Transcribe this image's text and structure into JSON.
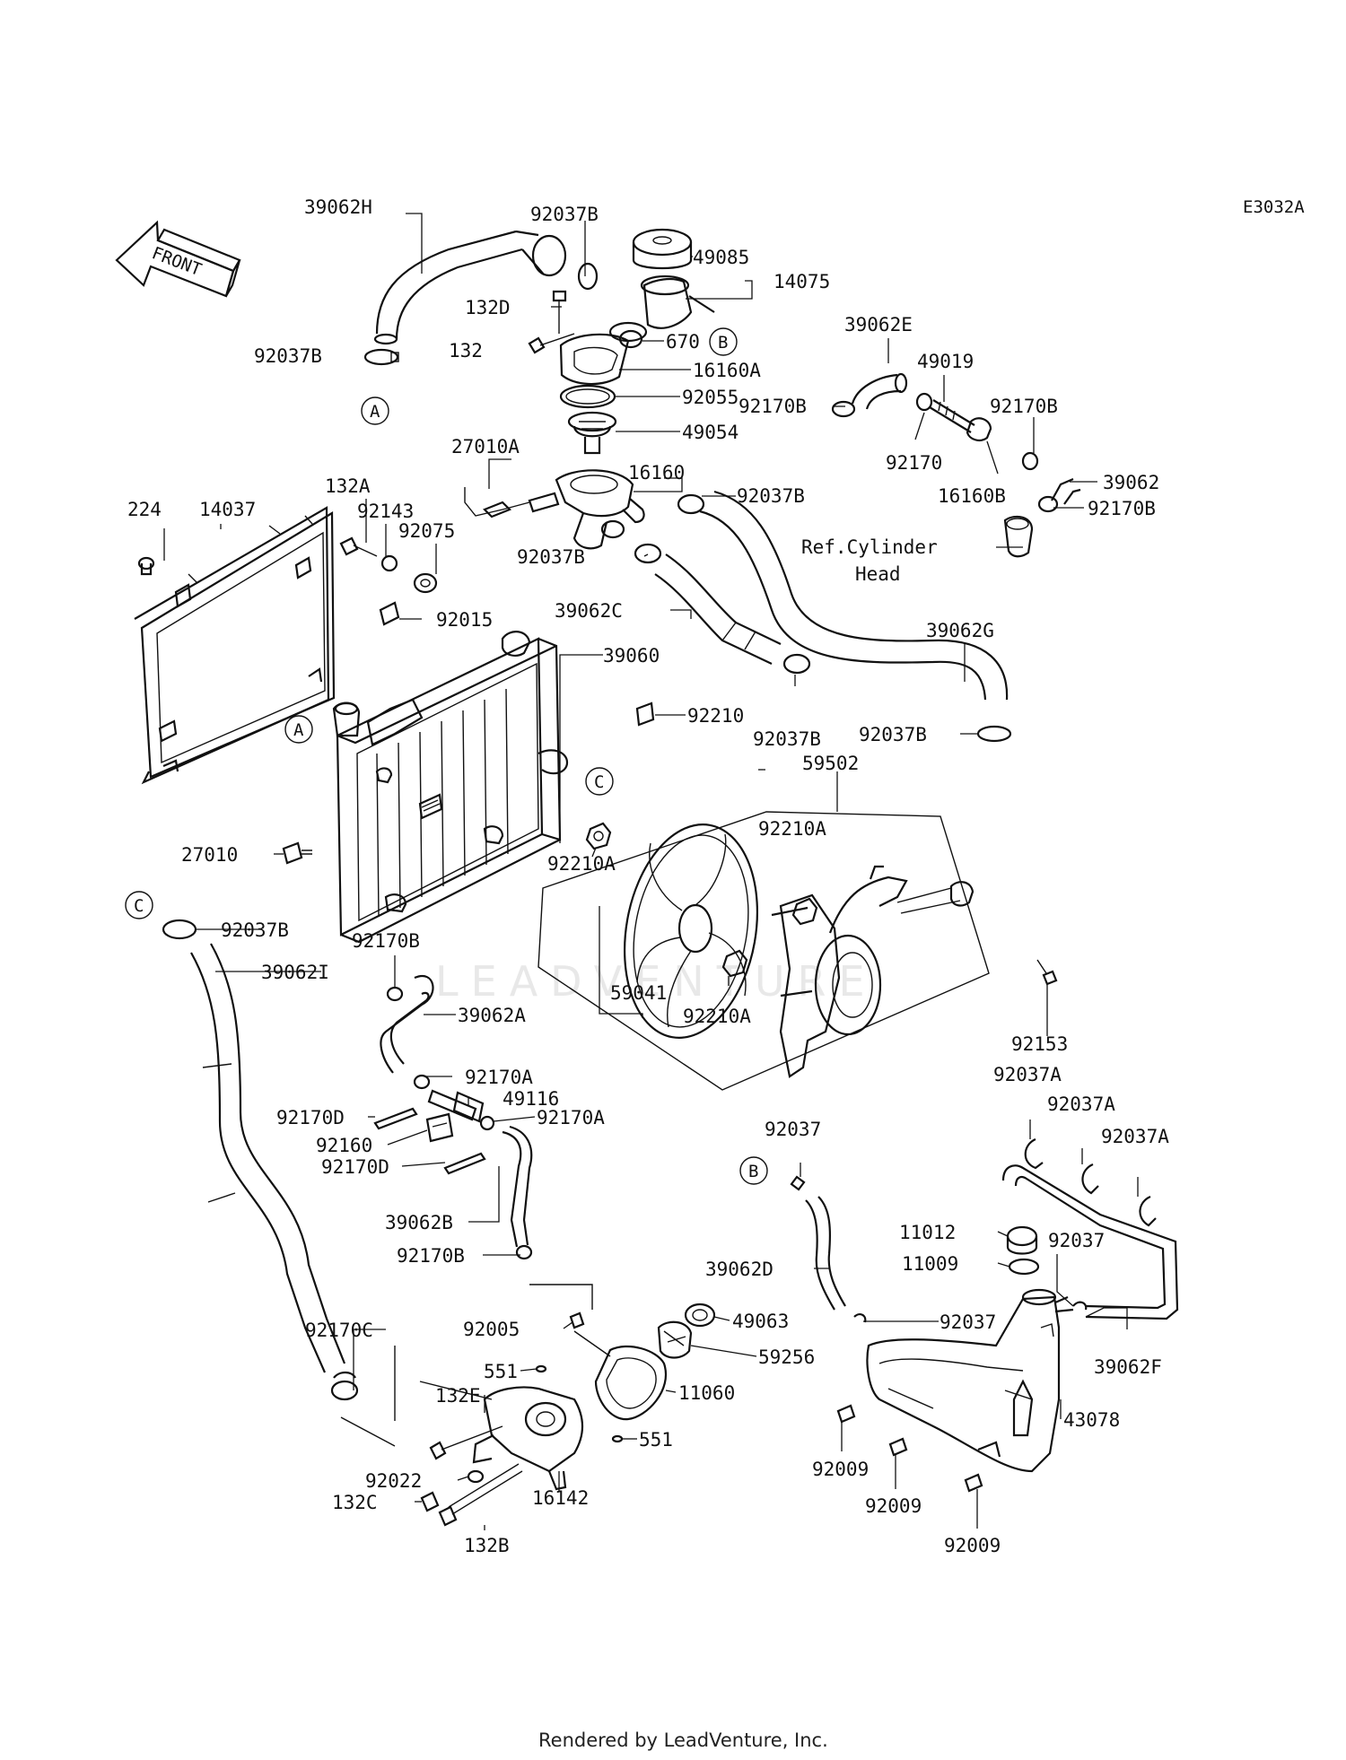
{
  "diagram_code": "E3032A",
  "footer": "Rendered by LeadVenture, Inc.",
  "watermark": "LEADVENTURE",
  "front_arrow": "FRONT",
  "callouts": [
    "A",
    "B",
    "C"
  ],
  "parts": [
    {
      "id": "p01",
      "label": "39062H"
    },
    {
      "id": "p02",
      "label": "92037B"
    },
    {
      "id": "p03",
      "label": "49085"
    },
    {
      "id": "p04",
      "label": "14075"
    },
    {
      "id": "p05",
      "label": "132D"
    },
    {
      "id": "p06",
      "label": "670"
    },
    {
      "id": "p07",
      "label": "132"
    },
    {
      "id": "p08",
      "label": "16160A"
    },
    {
      "id": "p09",
      "label": "92037B"
    },
    {
      "id": "p10",
      "label": "92055"
    },
    {
      "id": "p11",
      "label": "49054"
    },
    {
      "id": "p12",
      "label": "39062E"
    },
    {
      "id": "p13",
      "label": "49019"
    },
    {
      "id": "p14",
      "label": "92170B"
    },
    {
      "id": "p15",
      "label": "92170B"
    },
    {
      "id": "p16",
      "label": "92170"
    },
    {
      "id": "p17",
      "label": "16160B"
    },
    {
      "id": "p18",
      "label": "39062"
    },
    {
      "id": "p19",
      "label": "92170B"
    },
    {
      "id": "p20",
      "label": "Ref.Cylinder"
    },
    {
      "id": "p21",
      "label": "Head"
    },
    {
      "id": "p22",
      "label": "27010A"
    },
    {
      "id": "p23",
      "label": "16160"
    },
    {
      "id": "p24",
      "label": "92037B"
    },
    {
      "id": "p25",
      "label": "224"
    },
    {
      "id": "p26",
      "label": "14037"
    },
    {
      "id": "p27",
      "label": "132A"
    },
    {
      "id": "p28",
      "label": "92143"
    },
    {
      "id": "p29",
      "label": "92075"
    },
    {
      "id": "p30",
      "label": "92037B"
    },
    {
      "id": "p31",
      "label": "92015"
    },
    {
      "id": "p32",
      "label": "39062C"
    },
    {
      "id": "p33",
      "label": "39060"
    },
    {
      "id": "p34",
      "label": "39062G"
    },
    {
      "id": "p35",
      "label": "92210"
    },
    {
      "id": "p36",
      "label": "92037B"
    },
    {
      "id": "p37",
      "label": "92037B"
    },
    {
      "id": "p38",
      "label": "59502"
    },
    {
      "id": "p39",
      "label": "92210A"
    },
    {
      "id": "p40",
      "label": "92210A"
    },
    {
      "id": "p41",
      "label": "27010"
    },
    {
      "id": "p42",
      "label": "92037B"
    },
    {
      "id": "p43",
      "label": "92170B"
    },
    {
      "id": "p44",
      "label": "39062I"
    },
    {
      "id": "p45",
      "label": "59041"
    },
    {
      "id": "p46",
      "label": "92210A"
    },
    {
      "id": "p47",
      "label": "39062A"
    },
    {
      "id": "p48",
      "label": "92153"
    },
    {
      "id": "p49",
      "label": "92170A"
    },
    {
      "id": "p50",
      "label": "49116"
    },
    {
      "id": "p51",
      "label": "92170D"
    },
    {
      "id": "p52",
      "label": "92170A"
    },
    {
      "id": "p53",
      "label": "92037A"
    },
    {
      "id": "p54",
      "label": "92037A"
    },
    {
      "id": "p55",
      "label": "92160"
    },
    {
      "id": "p56",
      "label": "92037A"
    },
    {
      "id": "p57",
      "label": "92037"
    },
    {
      "id": "p58",
      "label": "92170D"
    },
    {
      "id": "p59",
      "label": "39062B"
    },
    {
      "id": "p60",
      "label": "11012"
    },
    {
      "id": "p61",
      "label": "92037"
    },
    {
      "id": "p62",
      "label": "92170B"
    },
    {
      "id": "p63",
      "label": "11009"
    },
    {
      "id": "p64",
      "label": "39062D"
    },
    {
      "id": "p65",
      "label": "92170C"
    },
    {
      "id": "p66",
      "label": "92005"
    },
    {
      "id": "p67",
      "label": "49063"
    },
    {
      "id": "p68",
      "label": "92037"
    },
    {
      "id": "p69",
      "label": "551"
    },
    {
      "id": "p70",
      "label": "59256"
    },
    {
      "id": "p71",
      "label": "39062F"
    },
    {
      "id": "p72",
      "label": "132E"
    },
    {
      "id": "p73",
      "label": "11060"
    },
    {
      "id": "p74",
      "label": "43078"
    },
    {
      "id": "p75",
      "label": "551"
    },
    {
      "id": "p76",
      "label": "92022"
    },
    {
      "id": "p77",
      "label": "92009"
    },
    {
      "id": "p78",
      "label": "92009"
    },
    {
      "id": "p79",
      "label": "132C"
    },
    {
      "id": "p80",
      "label": "16142"
    },
    {
      "id": "p81",
      "label": "132B"
    },
    {
      "id": "p82",
      "label": "92009"
    }
  ]
}
